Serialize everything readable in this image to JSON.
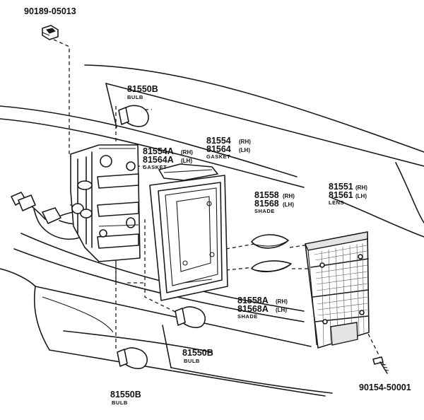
{
  "callouts": {
    "clip": {
      "part": "90189-05013"
    },
    "screw": {
      "part": "90154-50001"
    },
    "bulb_top": {
      "part": "81550B",
      "name": "BULB"
    },
    "bulb_mid": {
      "part": "81550B",
      "name": "BULB"
    },
    "bulb_bottom": {
      "part": "81550B",
      "name": "BULB"
    },
    "gasket_inner": {
      "part_rh": "81554A",
      "side_rh": "(RH)",
      "part_lh": "81564A",
      "side_lh": "(LH)",
      "name": "GASKET"
    },
    "gasket_outer": {
      "part_rh": "81554",
      "side_rh": "(RH)",
      "part_lh": "81564",
      "side_lh": "(LH)",
      "name": "GASKET"
    },
    "shade_upper": {
      "part_rh": "81558",
      "side_rh": "(RH)",
      "part_lh": "81568",
      "side_lh": "(LH)",
      "name": "SHADE"
    },
    "shade_lower": {
      "part_rh": "81558A",
      "side_rh": "(RH)",
      "part_lh": "81568A",
      "side_lh": "(LH)",
      "name": "SHADE"
    },
    "lens": {
      "part_rh": "81551",
      "side_rh": "(RH)",
      "part_lh": "81561",
      "side_lh": "(LH)",
      "name": "LENS"
    }
  }
}
